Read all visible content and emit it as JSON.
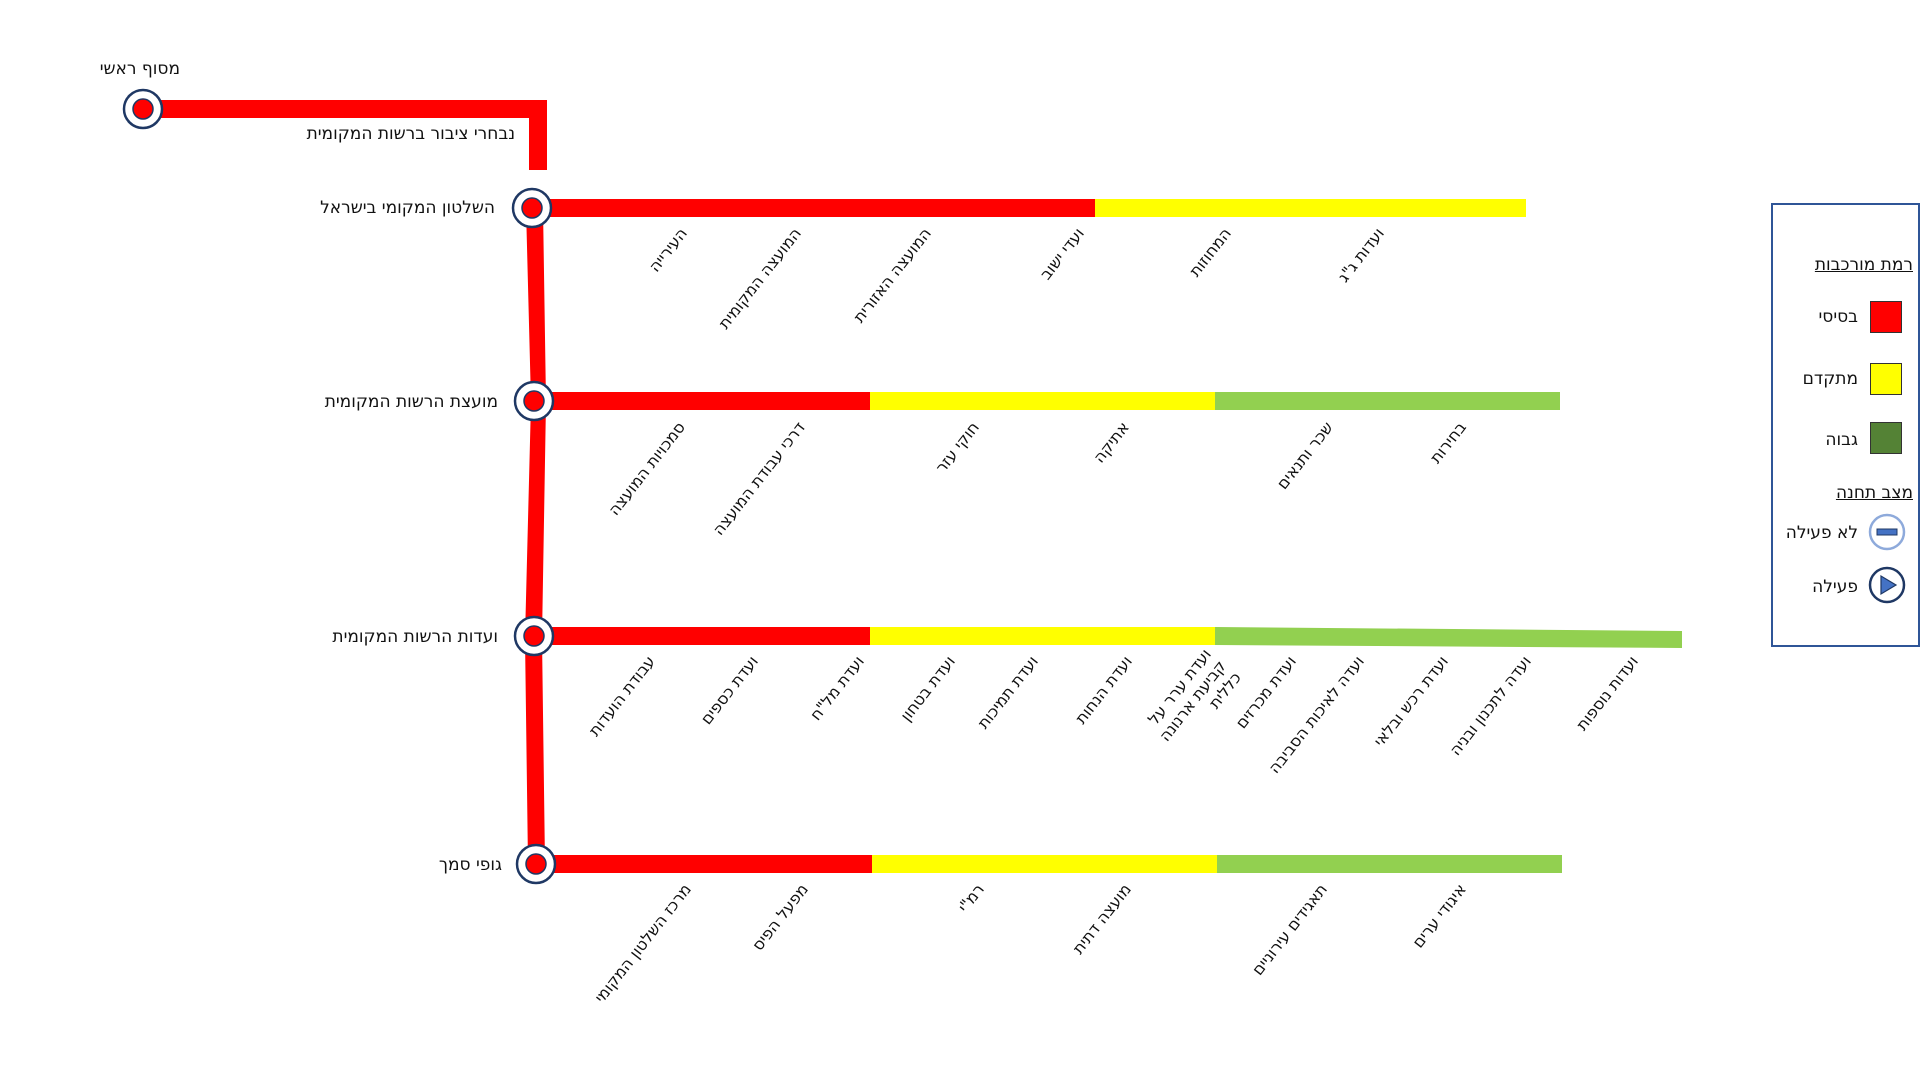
{
  "colors": {
    "basic": "#ff0000",
    "advanced": "#ffff00",
    "high_line": "#92d050",
    "high_legend": "#548235",
    "station_ring": "#1f3864",
    "legend_border": "#2f5597"
  },
  "terminal": {
    "label": "מסוף ראשי"
  },
  "trunk_label": "נבחרי ציבור ברשות המקומית",
  "lines": [
    {
      "station": "השלטון המקומי בישראל",
      "segments": [
        "basic",
        "advanced"
      ],
      "stops": [
        "העירייה",
        "המועצה המקומית",
        "המועצה האזורית",
        "ועדי ישוב",
        "המחוזות",
        "ועדות ג\"ג"
      ]
    },
    {
      "station": "מועצת הרשות המקומית",
      "segments": [
        "basic",
        "advanced",
        "high"
      ],
      "stops": [
        "סמכויות המועצה",
        "דרכי עבודת המועצה",
        "חוקי עזר",
        "אתיקה",
        "שכר ותנאים",
        "בחירות"
      ]
    },
    {
      "station": "ועדות הרשות המקומית",
      "segments": [
        "basic",
        "advanced",
        "high"
      ],
      "stops": [
        "עבודת הועדות",
        "ועדת כספים",
        "ועדת מל\"ח",
        "ועדת בטחון",
        "ועדת תמיכות",
        "ועדת הנחות",
        "ועדת ערר על קביעת ארנונה כללית",
        "ועדת מכרזים",
        "ועדה לאיכות הסביבה",
        "ועדת רכש ובלאי",
        "ועדה לתכנון ובניה",
        "ועדות נוספות"
      ]
    },
    {
      "station": "גופי סמך",
      "segments": [
        "basic",
        "advanced",
        "high"
      ],
      "stops": [
        "מרכז השלטון המקומי",
        "מפעל הפיס",
        "רמ\"י",
        "מועצה דתית",
        "תאגידים עירוניים",
        "איגודי ערים"
      ]
    }
  ],
  "legend": {
    "complexity_title": "רמת מורכבות",
    "basic": "בסיסי",
    "advanced": "מתקדם",
    "high": "גבוה",
    "status_title": "מצב תחנה",
    "inactive": "לא פעילה",
    "active": "פעילה"
  }
}
